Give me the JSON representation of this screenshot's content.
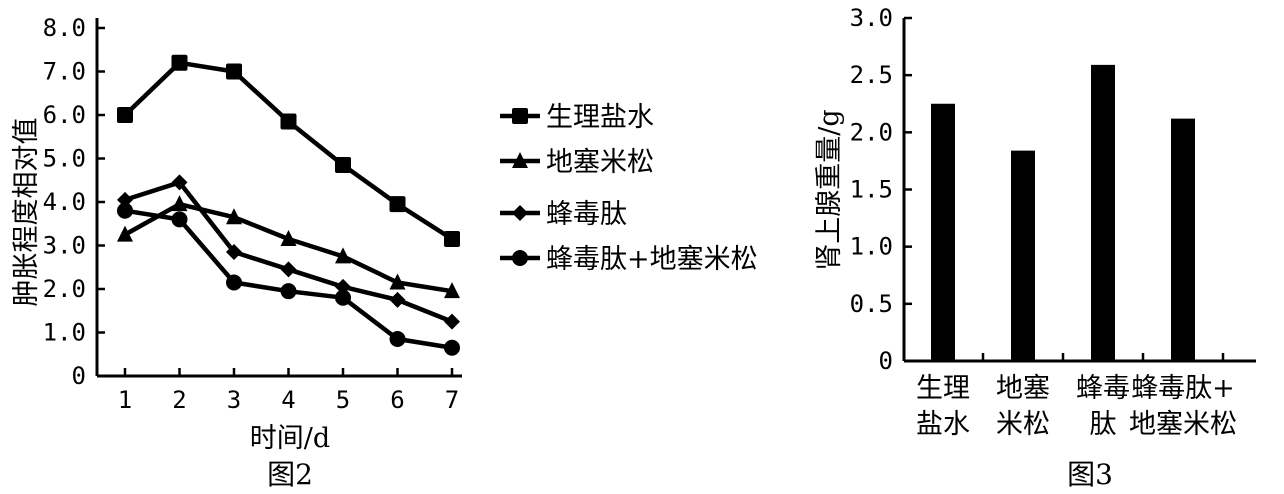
{
  "chart_data": [
    {
      "type": "line",
      "caption": "图2",
      "xlabel": "时间/d",
      "ylabel": "肿胀程度相对值",
      "x": [
        1,
        2,
        3,
        4,
        5,
        6,
        7
      ],
      "xticks": [
        "1",
        "2",
        "3",
        "4",
        "5",
        "6",
        "7"
      ],
      "yticks": [
        "0",
        "1.0",
        "2.0",
        "3.0",
        "4.0",
        "5.0",
        "6.0",
        "7.0",
        "8.0"
      ],
      "ylim": [
        0,
        8
      ],
      "legend_position": "right",
      "series": [
        {
          "name": "生理盐水",
          "marker": "square",
          "values": [
            6.0,
            7.2,
            7.0,
            5.85,
            4.85,
            3.95,
            3.15
          ]
        },
        {
          "name": "地塞米松",
          "marker": "triangle",
          "values": [
            3.25,
            3.95,
            3.65,
            3.15,
            2.75,
            2.15,
            1.95
          ]
        },
        {
          "name": "蜂毒肽",
          "marker": "diamond",
          "values": [
            4.05,
            4.45,
            2.85,
            2.45,
            2.05,
            1.75,
            1.25
          ]
        },
        {
          "name": "蜂毒肽+地塞米松",
          "marker": "circle",
          "values": [
            3.8,
            3.6,
            2.15,
            1.95,
            1.8,
            0.85,
            0.65
          ]
        }
      ]
    },
    {
      "type": "bar",
      "caption": "图3",
      "ylabel": "肾上腺重量/g",
      "categories": [
        [
          "生理",
          "盐水"
        ],
        [
          "地塞",
          "米松"
        ],
        [
          "蜂毒",
          "肽"
        ],
        [
          "蜂毒肽+",
          "地塞米松"
        ]
      ],
      "values": [
        2.25,
        1.84,
        2.59,
        2.12
      ],
      "yticks": [
        "0",
        "0.5",
        "1.0",
        "1.5",
        "2.0",
        "2.5",
        "3.0"
      ],
      "ylim": [
        0,
        3.0
      ],
      "color": "#000000"
    }
  ]
}
